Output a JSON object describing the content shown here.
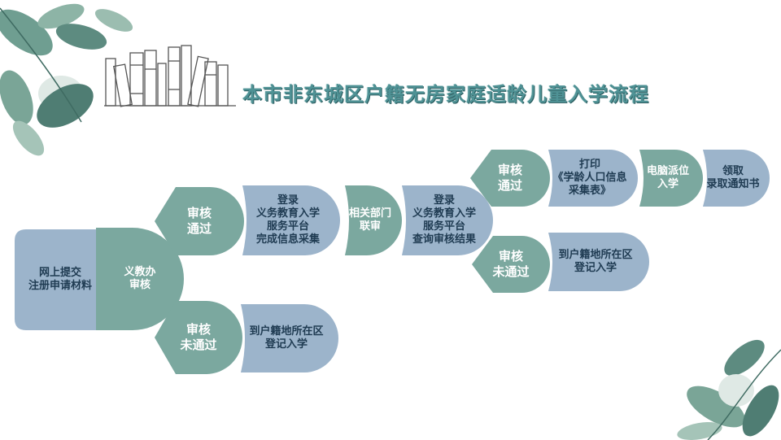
{
  "title": "本市非东城区户籍无房家庭适龄儿童入学流程",
  "colors": {
    "teal": "#7ba89f",
    "blue": "#9cb4cb",
    "title": "#4f9295"
  },
  "nodes": {
    "submit": "网上提交\n注册申请材料",
    "office_review": "义教办\n审核",
    "review_pass_1": "审核\n通过",
    "login_collect": "登录\n义务教育入学\n服务平台\n完成信息采集",
    "dept_review": "相关部门\n联审",
    "login_query": "登录\n义务教育入学\n服务平台\n查询审核结果",
    "review_fail_1": "审核\n未通过",
    "register_1": "到户籍地所在区\n登记入学",
    "review_pass_2": "审核\n通过",
    "print_form": "打印\n《学龄人口信息\n采集表》",
    "computer_assign": "电脑派位\n入学",
    "get_notice": "领取\n录取通知书",
    "review_fail_2": "审核\n未通过",
    "register_2": "到户籍地所在区\n登记入学"
  }
}
